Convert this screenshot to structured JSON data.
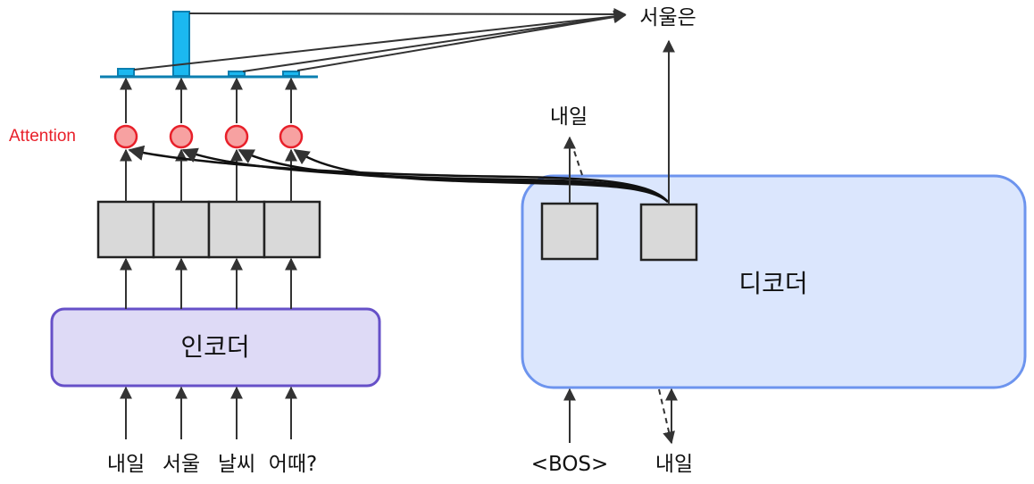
{
  "colors": {
    "attention_text": "#e8202a",
    "attention_fill": "#f7a1a1",
    "attention_stroke": "#e8202a",
    "encoder_fill": "#dedaf6",
    "encoder_stroke": "#6650c8",
    "decoder_fill": "#dbe6fd",
    "decoder_stroke": "#6d94ee",
    "cell_fill": "#d9d9d9",
    "bar_fill": "#1bb8f0",
    "bar_stroke": "#0b7fb0",
    "arrow": "#333333"
  },
  "attention_label": "Attention",
  "encoder_label": "인코더",
  "decoder_label": "디코더",
  "input_tokens": [
    "내일",
    "서울",
    "날씨",
    "어때?"
  ],
  "decoder_inputs": {
    "bos": "<BOS>",
    "prev": "내일"
  },
  "decoder_outputs": {
    "first": "내일",
    "second": "서울은"
  },
  "attention_weights": [
    0.1,
    0.9,
    0.05,
    0.05
  ]
}
